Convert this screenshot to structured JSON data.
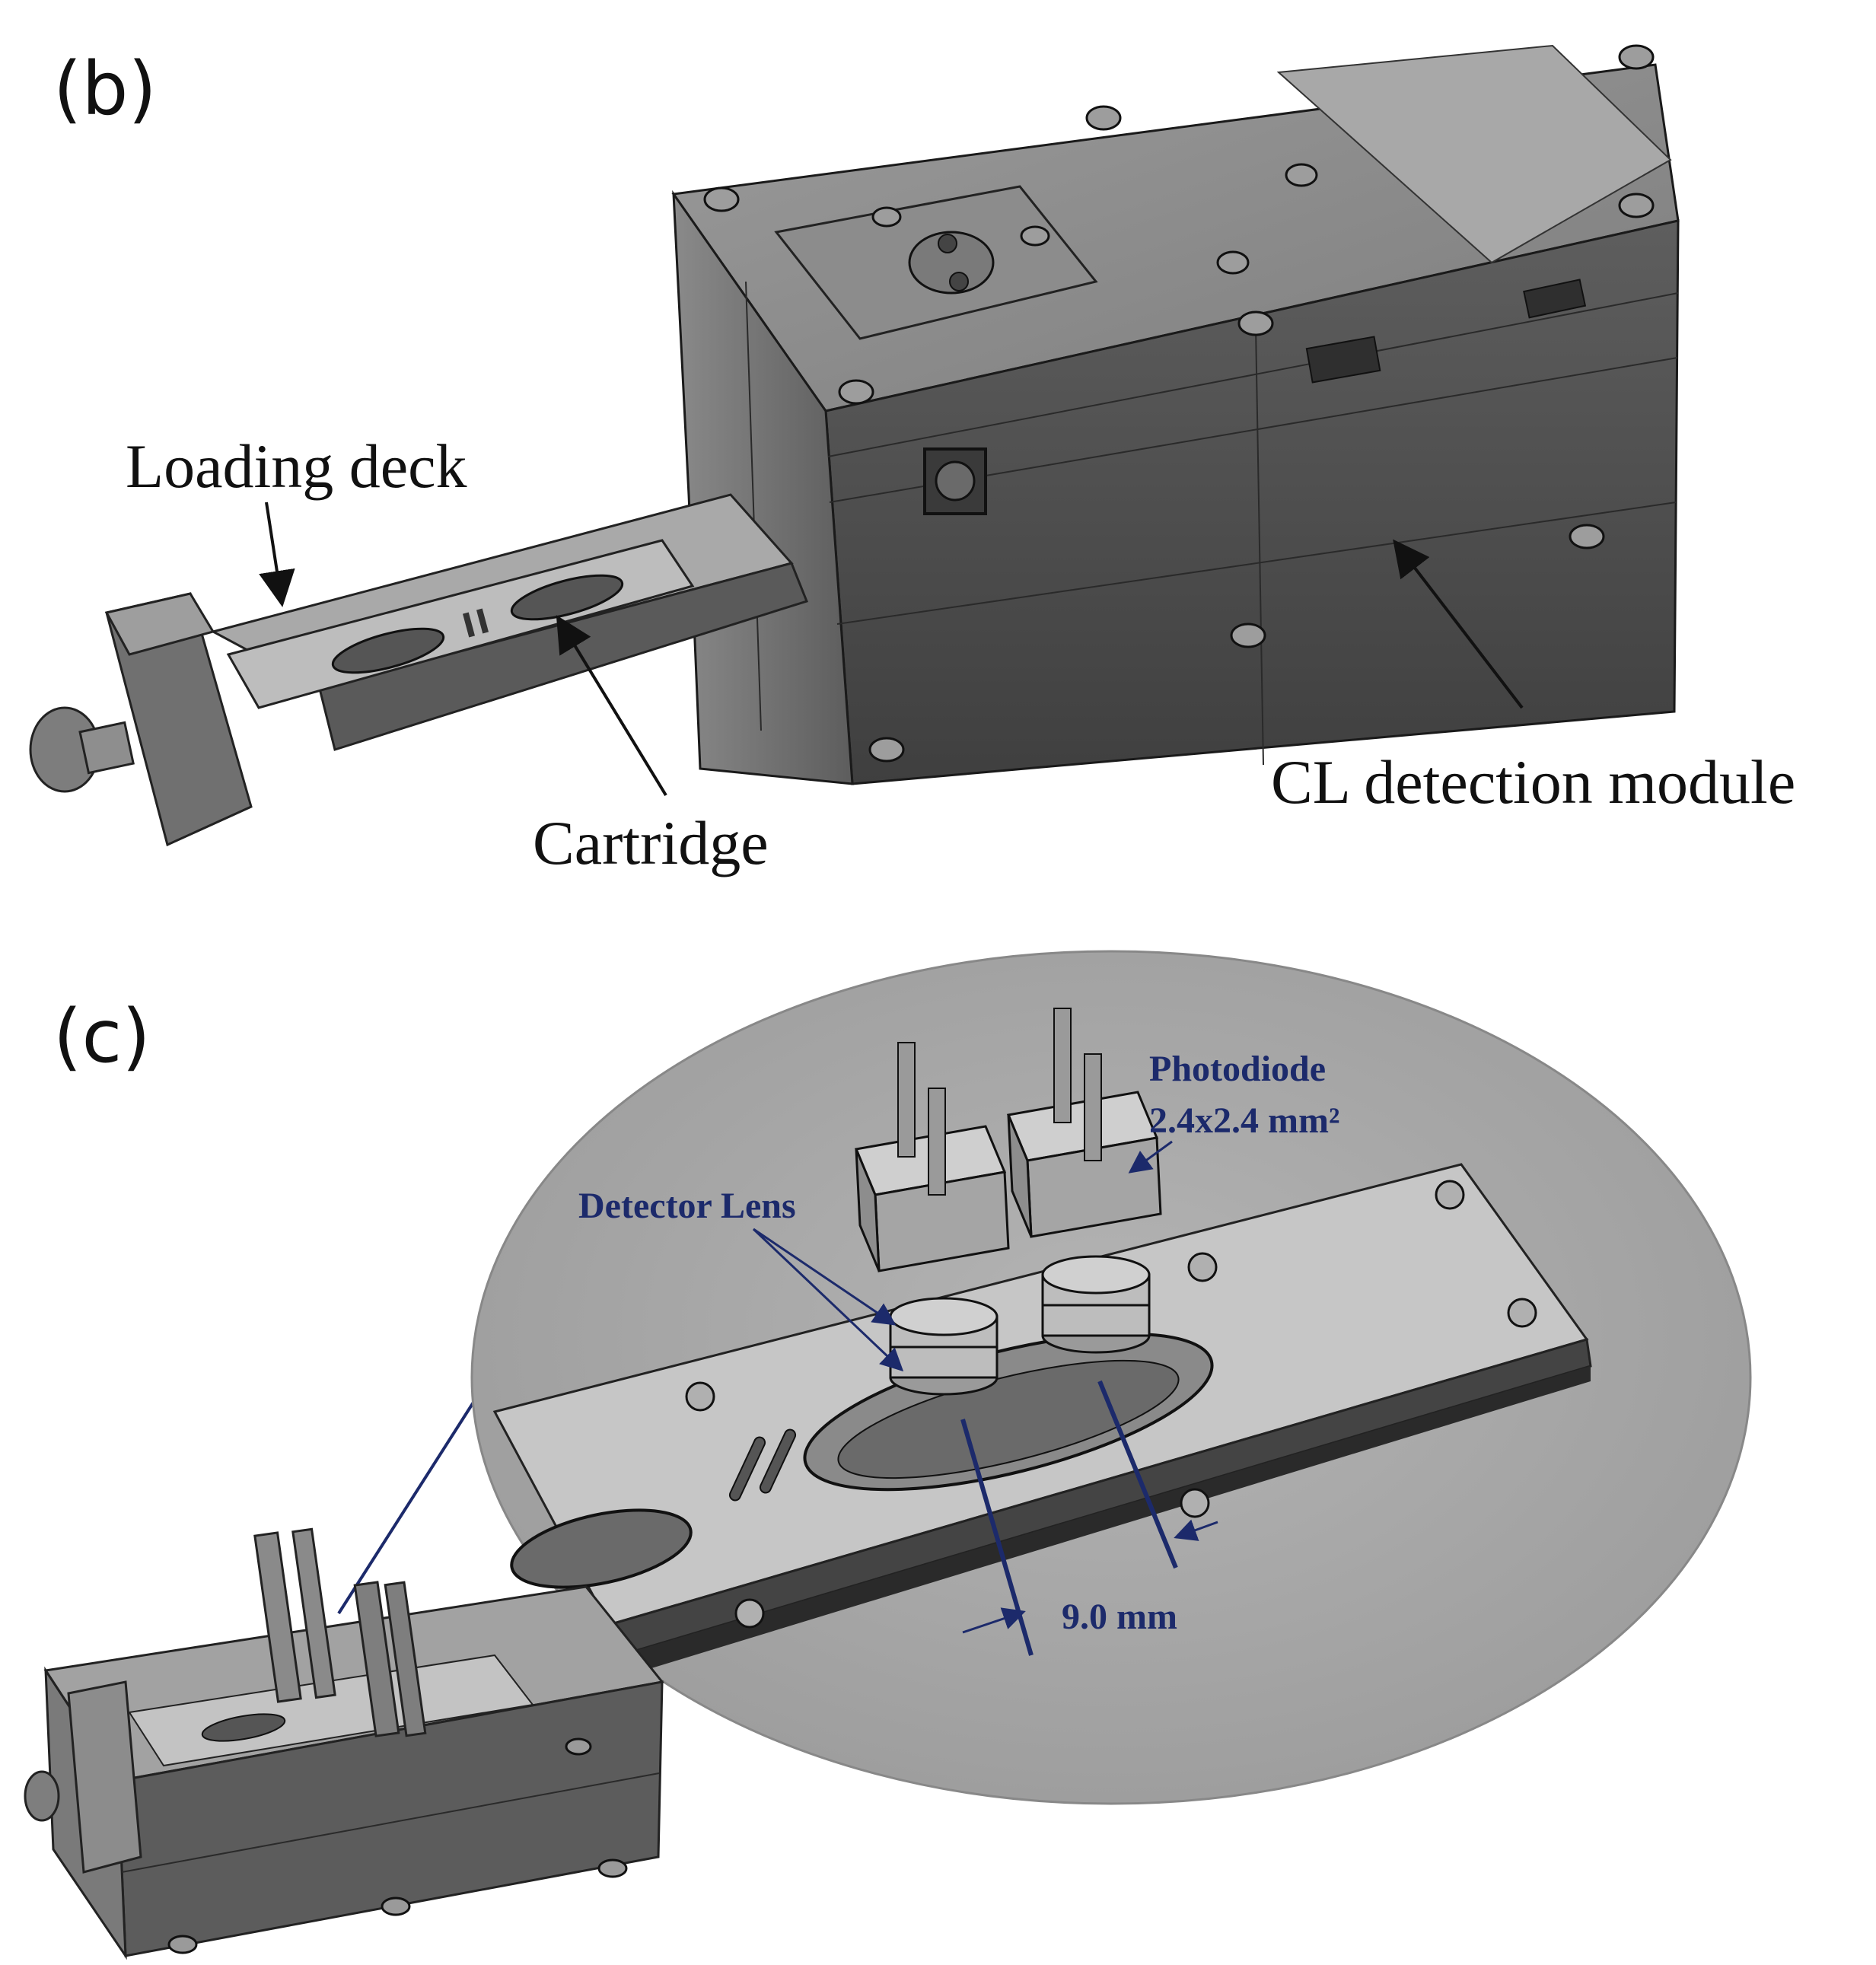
{
  "panel_b": {
    "label": "(b)",
    "annotations": {
      "loading_deck": "Loading deck",
      "cartridge": "Cartridge",
      "cl_module": "CL detection module"
    }
  },
  "panel_c": {
    "label": "(c)",
    "annotations": {
      "photodiode_line1": "Photodiode",
      "photodiode_line2": "2.4x2.4 mm²",
      "detector_lens": "Detector Lens",
      "spacing": "9.0 mm"
    }
  },
  "colors": {
    "body_gray": "#6f6f6f",
    "callout_blue": "#1c2a6b",
    "zoom_disc": "#a6a6a6"
  }
}
